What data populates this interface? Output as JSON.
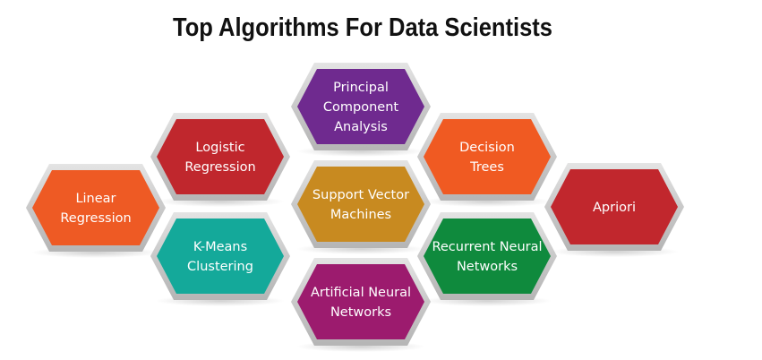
{
  "title": "Top Algorithms For Data Scientists",
  "nodes": [
    {
      "id": "linear-regression",
      "lines": [
        "Linear",
        "Regression"
      ],
      "color": "#ee5a24"
    },
    {
      "id": "logistic-regression",
      "lines": [
        "Logistic",
        "Regression"
      ],
      "color": "#c0272d"
    },
    {
      "id": "k-means-clustering",
      "lines": [
        "K-Means",
        "Clustering"
      ],
      "color": "#14a99a"
    },
    {
      "id": "principal-component-analysis",
      "lines": [
        "Principal",
        "Component",
        "Analysis"
      ],
      "color": "#6f2a8f"
    },
    {
      "id": "support-vector-machines",
      "lines": [
        "Support Vector",
        "Machines"
      ],
      "color": "#c88a20"
    },
    {
      "id": "artificial-neural-networks",
      "lines": [
        "Artificial Neural",
        "Networks"
      ],
      "color": "#9c1b6e"
    },
    {
      "id": "decision-trees",
      "lines": [
        "Decision",
        "Trees"
      ],
      "color": "#f05a22"
    },
    {
      "id": "recurrent-neural-networks",
      "lines": [
        "Recurrent Neural",
        "Networks"
      ],
      "color": "#0f8a3d"
    },
    {
      "id": "apriori",
      "lines": [
        "Apriori"
      ],
      "color": "#c1272d"
    }
  ]
}
